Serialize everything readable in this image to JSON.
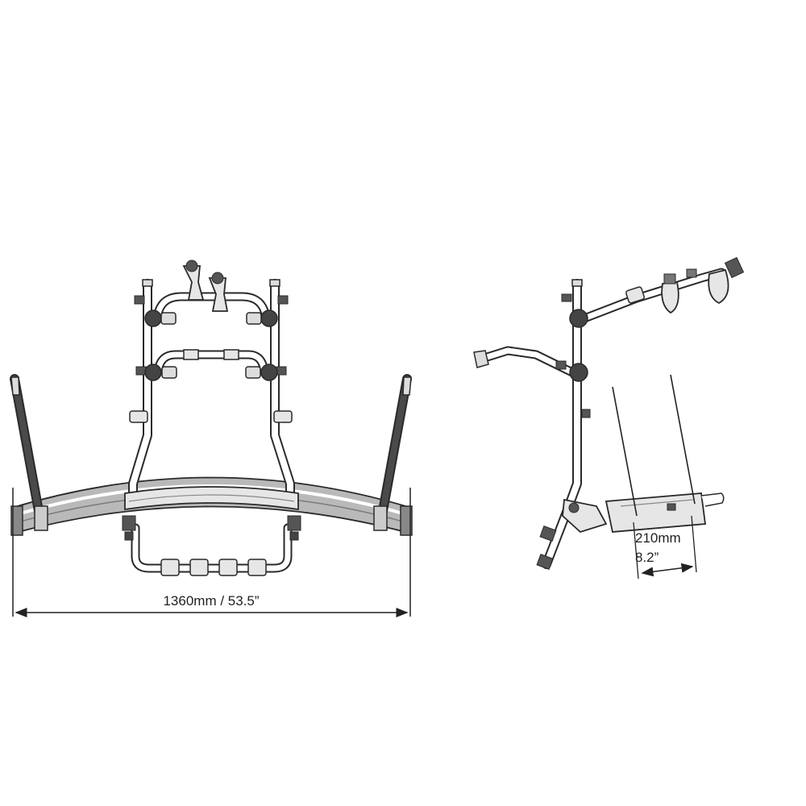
{
  "colors": {
    "line": "#2a2a2a",
    "tube": "#ffffff",
    "strap": "#333333",
    "grey": "#9a9a9a",
    "light_grey": "#d0d0d0"
  },
  "front_view": {
    "width_label": "1360mm / 53.5”"
  },
  "side_view": {
    "depth_label_mm": "210mm",
    "depth_label_in": "8.2”"
  }
}
